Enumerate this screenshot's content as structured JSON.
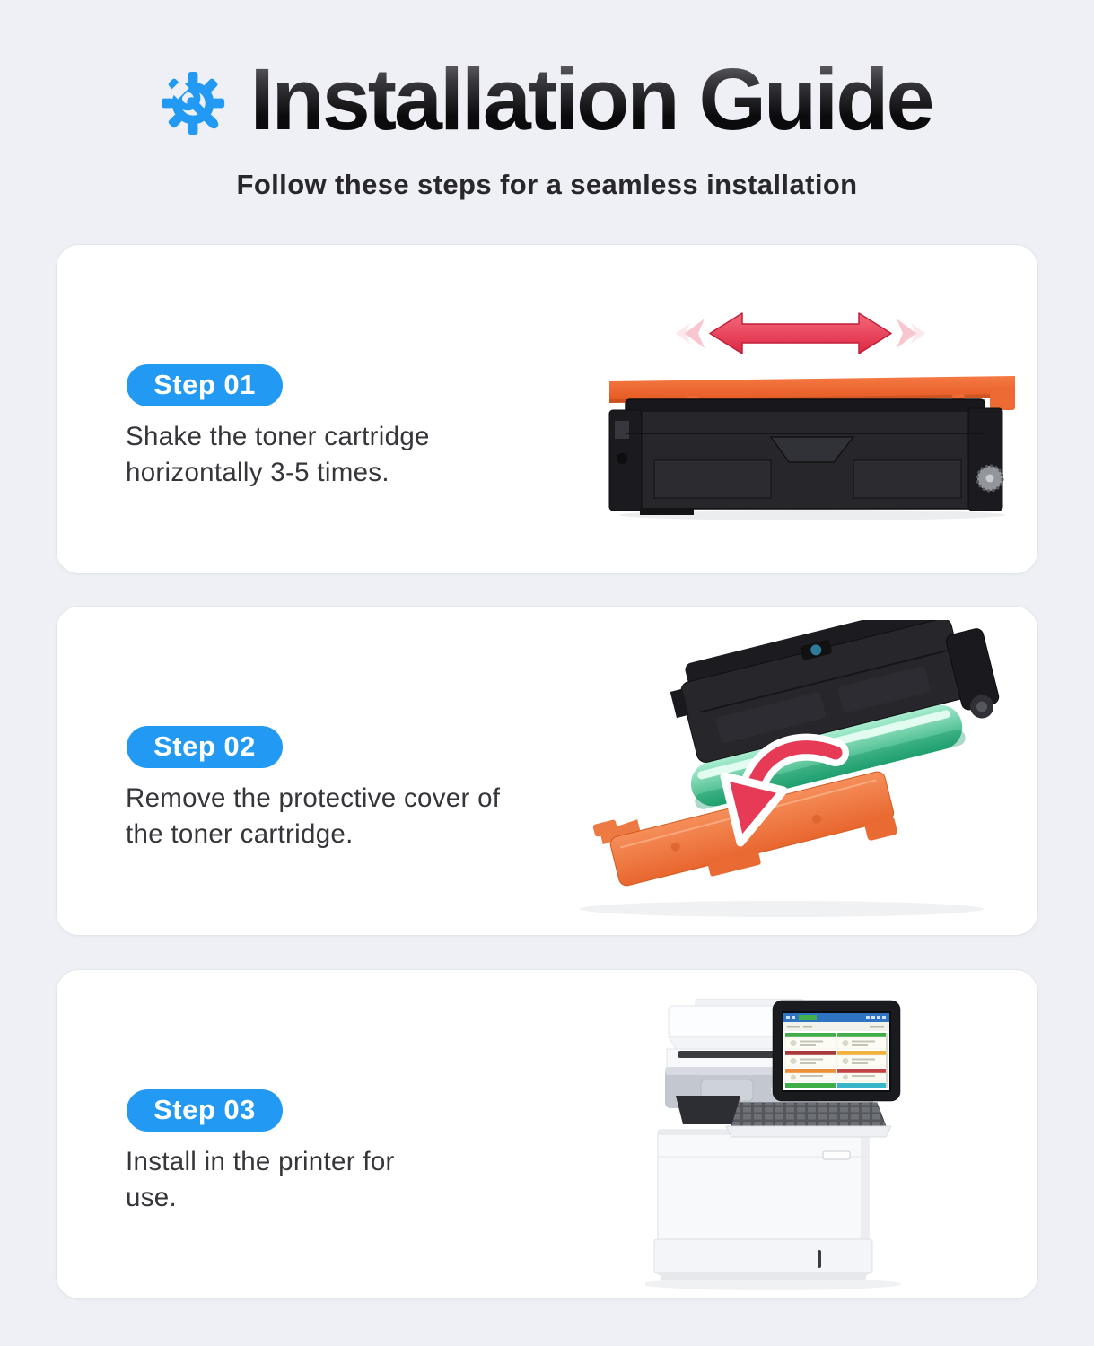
{
  "header": {
    "icon": "gear-wrench-icon",
    "title": "Installation Guide",
    "subtitle": "Follow these steps for a seamless installation"
  },
  "steps": [
    {
      "badge": "Step 01",
      "text": "Shake the toner cartridge horizontally 3-5 times.",
      "lines": [
        "Shake the toner cartridge",
        "horizontally 3-5 times."
      ],
      "illustration": "toner-cartridge-with-shake-arrow"
    },
    {
      "badge": "Step 02",
      "text": "Remove the protective cover of the toner cartridge.",
      "lines": [
        "Remove the protective cover of",
        "the toner cartridge."
      ],
      "illustration": "toner-cartridge-protective-cover-removal"
    },
    {
      "badge": "Step 03",
      "text": "Install in the printer for use.",
      "lines": [
        "Install in the printer for",
        "use."
      ],
      "illustration": "printer-install"
    }
  ],
  "colors": {
    "background": "#eef0f5",
    "card": "#ffffff",
    "accent_blue": "#2299f2",
    "badge_text": "#ffffff",
    "body_text": "#35353a",
    "title_gradient_top": "#6d6d73",
    "title_gradient_bottom": "#0b0b0d",
    "arrow_red": "#e73a57",
    "protective_cover_orange": "#ee7a3c",
    "drum_green": "#2db07a",
    "cartridge_black": "#26262b"
  }
}
